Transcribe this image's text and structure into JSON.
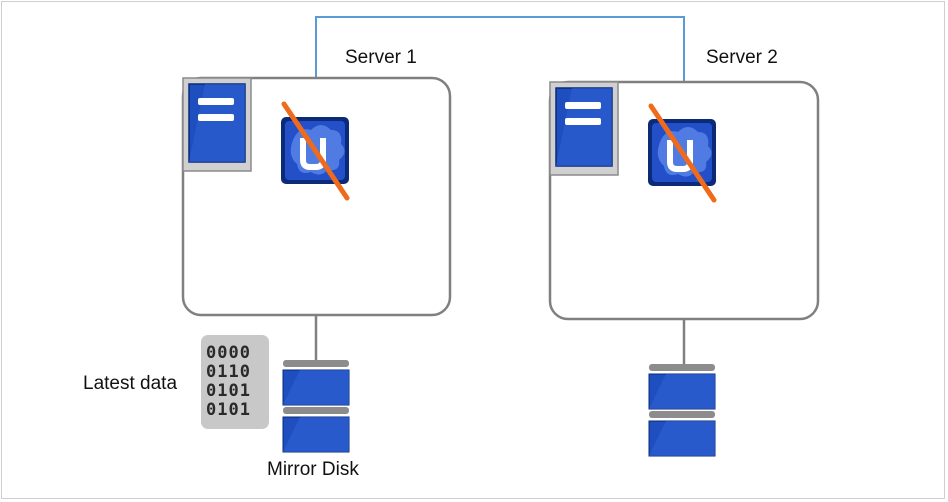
{
  "servers": [
    {
      "label": "Server 1",
      "icons": [
        "server-icon",
        "cluster-service-icon"
      ],
      "status": "stopped"
    },
    {
      "label": "Server 2",
      "icons": [
        "server-icon",
        "cluster-service-icon"
      ],
      "status": "stopped"
    }
  ],
  "data_label": "Latest data",
  "data_bits": [
    "0000",
    "0110",
    "0101",
    "0101"
  ],
  "disk_label": "Mirror Disk",
  "colors": {
    "network_line": "#5b9bd5",
    "server_border": "#808080",
    "icon_blue": "#1f4fbf",
    "icon_dark": "#0b2a78",
    "strike": "#f06a1c",
    "data_card": "#c8c8c8",
    "disk_gray": "#8c8c8c"
  }
}
